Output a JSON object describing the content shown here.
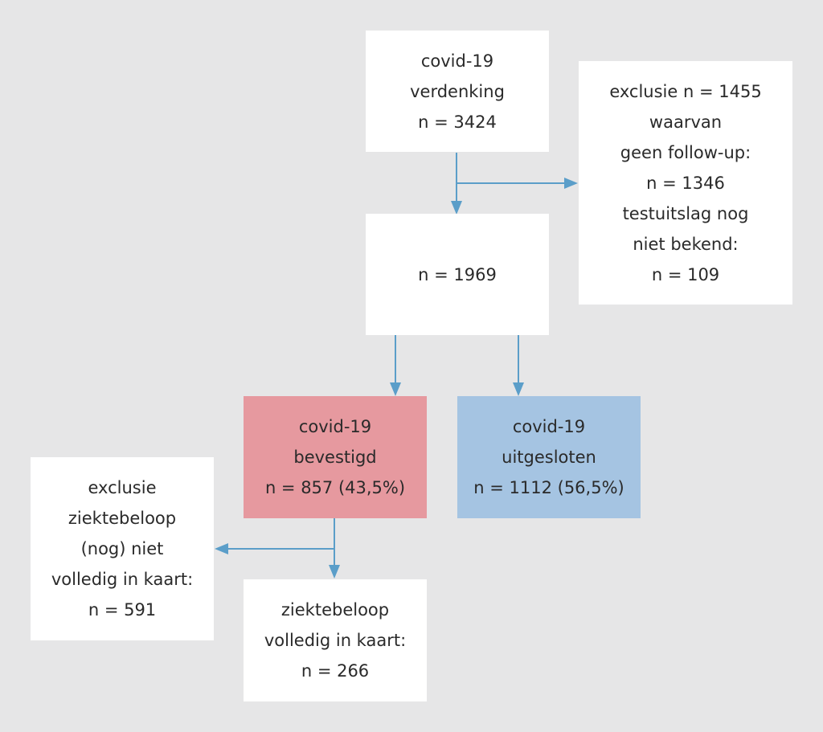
{
  "colors": {
    "background": "#e6e6e7",
    "box_default": "#ffffff",
    "box_confirmed": "#e6999f",
    "box_excluded": "#a5c4e2",
    "arrow": "#5b9ec9",
    "text": "#2a2a2a"
  },
  "flowchart": {
    "suspicion": {
      "lines": [
        "covid-19",
        "verdenking",
        "n = 3424"
      ]
    },
    "exclusion_top": {
      "lines": [
        "exclusie n = 1455",
        "waarvan",
        "geen follow-up:",
        "n = 1346",
        "testuitslag nog",
        "niet bekend:",
        "n = 109"
      ]
    },
    "tested": {
      "lines": [
        "n = 1969"
      ]
    },
    "confirmed": {
      "lines": [
        "covid-19",
        "bevestigd",
        "n = 857 (43,5%)"
      ]
    },
    "excluded": {
      "lines": [
        "covid-19",
        "uitgesloten",
        "n = 1112 (56,5%)"
      ]
    },
    "exclusion_bottom": {
      "lines": [
        "exclusie",
        "ziektebeloop",
        "(nog) niet",
        "volledig in kaart:",
        "n = 591"
      ]
    },
    "complete": {
      "lines": [
        "ziektebeloop",
        "volledig in kaart:",
        "n = 266"
      ]
    }
  }
}
